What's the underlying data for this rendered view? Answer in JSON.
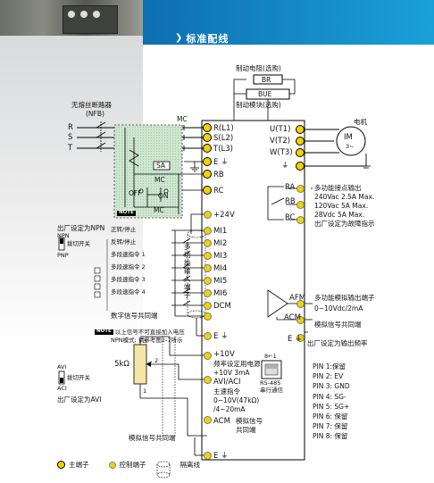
{
  "header": {
    "title": "标准配线"
  },
  "top": {
    "brake_resistor": "制动电阻(选购)",
    "br": "BR",
    "bue": "BUE",
    "brake_unit": "制动模块(选购)"
  },
  "input": {
    "nfb_title": "无熔丝断路器",
    "nfb_code": "(NFB)",
    "r": "R",
    "s": "S",
    "t": "T",
    "mc": "MC",
    "sa": "SA",
    "mc2": "MC",
    "off": "OFF",
    "on": "ON",
    "mc3": "MC",
    "note": "NOTE"
  },
  "terminals_left": {
    "rl1": "R(L1)",
    "sl2": "S(L2)",
    "tl3": "T(L3)",
    "e": "E",
    "rb": "RB",
    "rc": "RC",
    "v24": "+24V",
    "mi1": "MI1",
    "mi2": "MI2",
    "mi3": "MI3",
    "mi4": "MI4",
    "mi5": "MI5",
    "mi6": "MI6",
    "dcm": "DCM",
    "e2": "E",
    "v10": "+10V",
    "v10_desc1": "频率设定用电源",
    "v10_desc2": "+10V 3mA",
    "avi_aci": "AVI/ACI",
    "avi_desc1": "主速指令",
    "avi_desc2": "0~10V(47kΩ)",
    "avi_desc3": "/4~20mA",
    "acm": "ACM",
    "acm_desc1": "模拟信号",
    "acm_desc2": "共同端",
    "e3": "E"
  },
  "npn": {
    "factory": "出厂设定为NPN",
    "npn": "NPN",
    "switch": "拨切开关",
    "pnp": "PNP"
  },
  "mi_labels": [
    "正转/停止",
    "反转/停止",
    "多段速指令 1",
    "多段速指令 2",
    "多段速指令 3",
    "多段速指令 4"
  ],
  "mi_vertical": "多功能输入端子",
  "factory_boxes": "出厂设定",
  "digital_common": "数字信号共同端",
  "npn_note": {
    "note": "NOTE",
    "line1": "以上信号不可直接加入电压",
    "line2": "NPN模式: 请参考图2-7所示"
  },
  "pot": {
    "value": "5kΩ",
    "p3": "3",
    "p2": "2",
    "p1": "1"
  },
  "avi_switch": {
    "avi": "AVI",
    "switch": "拨切开关",
    "aci": "ACI",
    "factory": "出厂设定为AVI"
  },
  "analog_common": "模拟信号共同端",
  "motor": {
    "title": "电机",
    "im": "IM",
    "phase": "3~",
    "u": "U(T1)",
    "v": "V(T2)",
    "w": "W(T3)"
  },
  "relay": {
    "ra": "RA",
    "rb": "RB",
    "rc": "RC",
    "desc1": "多功能接点输出",
    "desc2": "240Vac 2.5A Max.",
    "desc3": "120Vac 5A Max.",
    "desc4": "28Vdc 5A Max.",
    "desc5": "出厂设定为故障指示"
  },
  "afm": {
    "afm": "AFM",
    "acm": "ACM",
    "desc1": "多功能模拟输出端子",
    "desc2": "0~10Vdc/2mA",
    "desc3": "模拟信号共同端",
    "desc4": "出厂设定为输出频率"
  },
  "rs485": {
    "pins_top": "8←1",
    "label1": "RS-485",
    "label2": "串行通信"
  },
  "pins": [
    "PIN 1:保留",
    "PIN 2: EV",
    "PIN 3: GND",
    "PIN 4: SG-",
    "PIN 5: SG+",
    "PIN 6: 保留",
    "PIN 7: 保留",
    "PIN 8: 保留"
  ],
  "legend": {
    "main": "主端子",
    "control": "控制端子",
    "shield": "隔离线"
  },
  "colors": {
    "header_bar": "#1596d1",
    "terminal": "#f2d200",
    "mc_box": "#cfe6cf"
  }
}
